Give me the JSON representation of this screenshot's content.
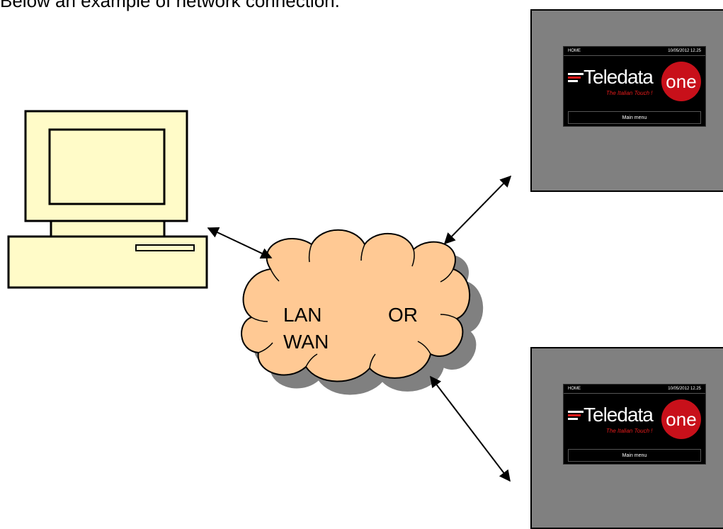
{
  "caption": "Below an example of network connection.",
  "network": {
    "lan": "LAN",
    "wan": "WAN",
    "or": "OR"
  },
  "panels": [
    {
      "status_left": "HOME",
      "status_right": "10/05/2012  12.25",
      "logo_word": "Teledata",
      "logo_one": "one",
      "tagline": "The Italian Touch !",
      "menu": "Main menu"
    },
    {
      "status_left": "HOME",
      "status_right": "10/05/2012  12.25",
      "logo_word": "Teledata",
      "logo_one": "one",
      "tagline": "The Italian Touch !",
      "menu": "Main menu"
    }
  ],
  "colors": {
    "computer": "#FFFBC8",
    "cloud": "#FFC994",
    "cloud_shadow": "#808080",
    "panel_body": "#808080",
    "logo_red": "#C8101A"
  },
  "icons": [
    "computer-icon",
    "cloud-icon",
    "teledata-one-logo"
  ]
}
